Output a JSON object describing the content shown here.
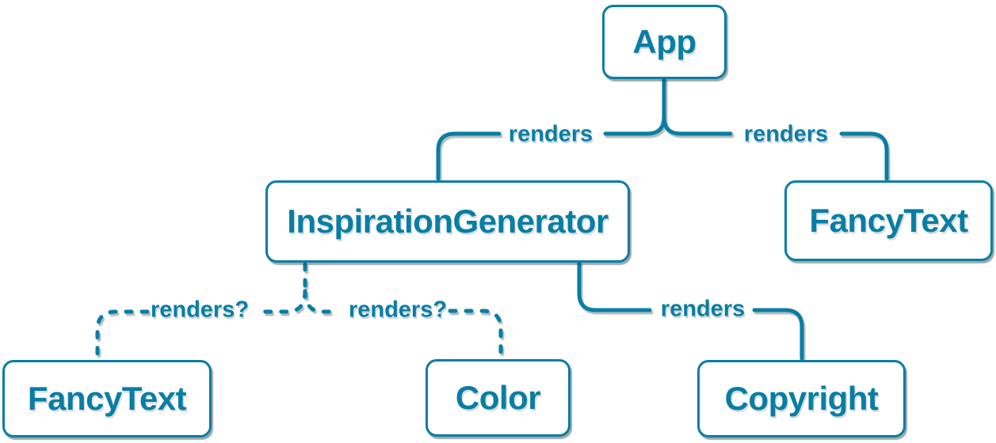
{
  "diagram": {
    "type": "component-render-tree",
    "accent_color": "#087ea4",
    "node_background": "#ffffff",
    "nodes": [
      {
        "label": "App"
      },
      {
        "label": "InspirationGenerator"
      },
      {
        "label": "FancyText"
      },
      {
        "label": "FancyText"
      },
      {
        "label": "Color"
      },
      {
        "label": "Copyright"
      }
    ],
    "edges": [
      {
        "from": "App",
        "to": "InspirationGenerator",
        "label": "renders",
        "style": "solid"
      },
      {
        "from": "App",
        "to": "FancyText",
        "label": "renders",
        "style": "solid"
      },
      {
        "from": "InspirationGenerator",
        "to": "FancyText",
        "label": "renders?",
        "style": "dashed"
      },
      {
        "from": "InspirationGenerator",
        "to": "Color",
        "label": "renders?",
        "style": "dashed"
      },
      {
        "from": "InspirationGenerator",
        "to": "Copyright",
        "label": "renders",
        "style": "solid"
      }
    ]
  }
}
